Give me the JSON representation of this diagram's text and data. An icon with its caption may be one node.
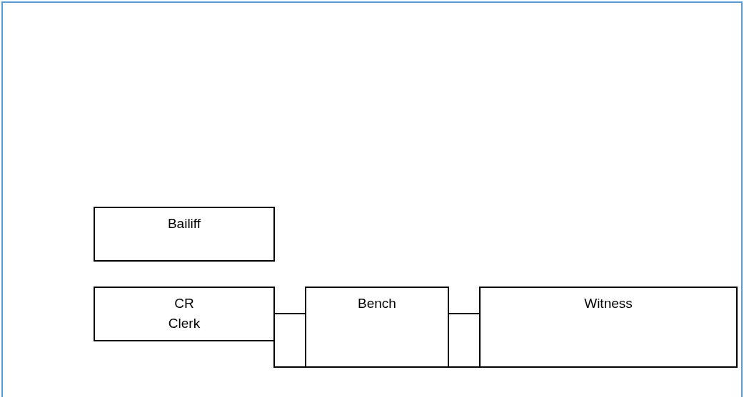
{
  "diagram": {
    "nodes": [
      {
        "text": [],
        "shape": "box"
      },
      {
        "text": [
          "Bailiff"
        ],
        "in": 0
      },
      {
        "text": [
          "CR",
          "Clerk"
        ],
        "in": 0
      },
      {
        "text": [
          "Bench"
        ],
        "in": 0
      },
      {
        "text": [
          "Witness"
        ],
        "in": 0
      },
      {
        "text": [],
        "shape": "box",
        "in": 0
      },
      {
        "text": [],
        "shape": "box",
        "in": 0
      }
    ]
  }
}
